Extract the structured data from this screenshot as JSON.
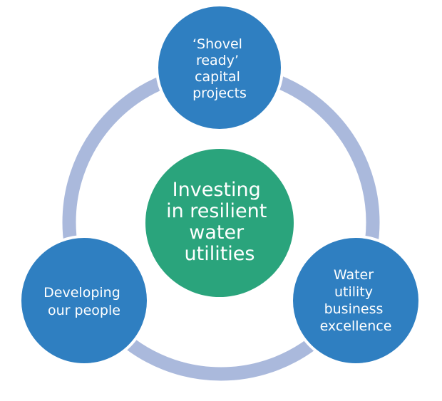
{
  "colors": {
    "ring": "#aab9dc",
    "satellite_fill": "#2f7fc1",
    "satellite_stroke": "#ffffff",
    "center_fill": "#2aa47c",
    "text": "#ffffff"
  },
  "center": {
    "lines": [
      "Investing",
      "in resilient",
      "water",
      "utilities"
    ]
  },
  "nodes": {
    "top": {
      "lines": [
        "‘Shovel",
        "ready’",
        "capital",
        "projects"
      ]
    },
    "left": {
      "lines": [
        "Developing",
        "our people"
      ]
    },
    "right": {
      "lines": [
        "Water",
        "utility",
        "business",
        "excellence"
      ]
    }
  }
}
